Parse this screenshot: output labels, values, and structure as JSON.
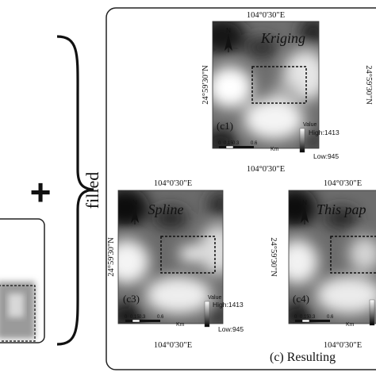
{
  "plus_symbol": "+",
  "filled_label": "filled",
  "group_caption": "(c) Resulting",
  "coord_lon": "104°0'30\"E",
  "coord_lat": "24°59'30\"N",
  "north_letter": "N",
  "scale_ticks": [
    "0",
    "0.15",
    "0.3",
    "0.6"
  ],
  "scale_unit": "Km",
  "legend_title": "Value",
  "legend_high": "High:1413",
  "legend_low": "Low:945",
  "panels": [
    {
      "id": "c1",
      "tag": "(c1)",
      "method": "Kriging"
    },
    {
      "id": "c3",
      "tag": "(c3)",
      "method": "Spline"
    },
    {
      "id": "c4",
      "tag": "(c4)",
      "method": "This pap"
    }
  ]
}
